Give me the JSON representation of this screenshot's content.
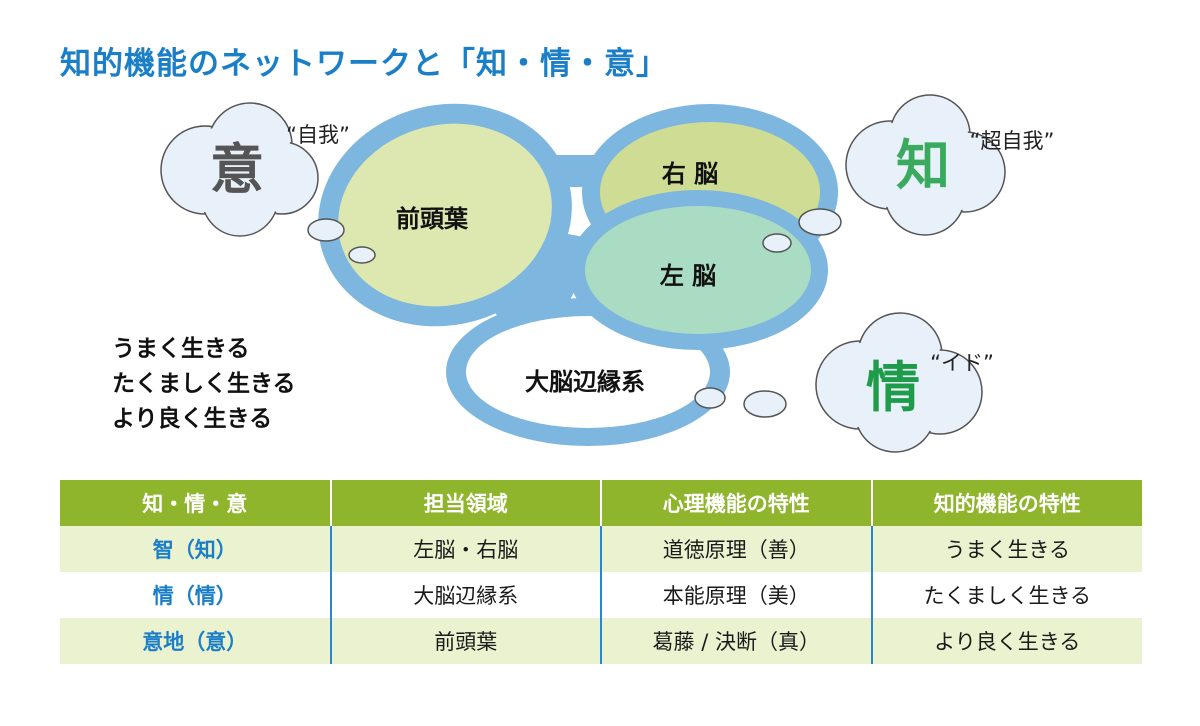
{
  "title": "知的機能のネットワークと「知・情・意」",
  "regions": {
    "frontal": "前頭葉",
    "right": "右 脳",
    "left": "左 脳",
    "limbic": "大脳辺縁系"
  },
  "clouds": {
    "i": {
      "char": "意",
      "label": "“自我”"
    },
    "chi": {
      "char": "知",
      "label": "“超自我”"
    },
    "jo": {
      "char": "情",
      "label": "“イド”"
    }
  },
  "mottos": [
    "うまく生きる",
    "たくましく生きる",
    "より良く生きる"
  ],
  "table": {
    "headers": [
      "知・情・意",
      "担当領域",
      "心理機能の特性",
      "知的機能の特性"
    ],
    "rows": [
      [
        "智（知）",
        "左脳・右脳",
        "道徳原理（善）",
        "うまく生きる"
      ],
      [
        "情（情）",
        "大脳辺縁系",
        "本能原理（美）",
        "たくましく生きる"
      ],
      [
        "意地（意）",
        "前頭葉",
        "葛藤 / 決断（真）",
        "より良く生きる"
      ]
    ]
  },
  "colors": {
    "title": "#1b7fc7",
    "outline": "#7db6df",
    "frontal_fill": "#dde7b0",
    "right_fill": "#cfdc93",
    "left_fill": "#a9dcc3",
    "cloud_fill": "#e8f1fa",
    "chi_char": "#3aaa5e",
    "jo_char": "#1f9c4a",
    "i_char": "#555555",
    "table_header": "#8eb52b",
    "table_odd_row": "#ebf2cf",
    "table_first_col": "#1b7fc7"
  }
}
